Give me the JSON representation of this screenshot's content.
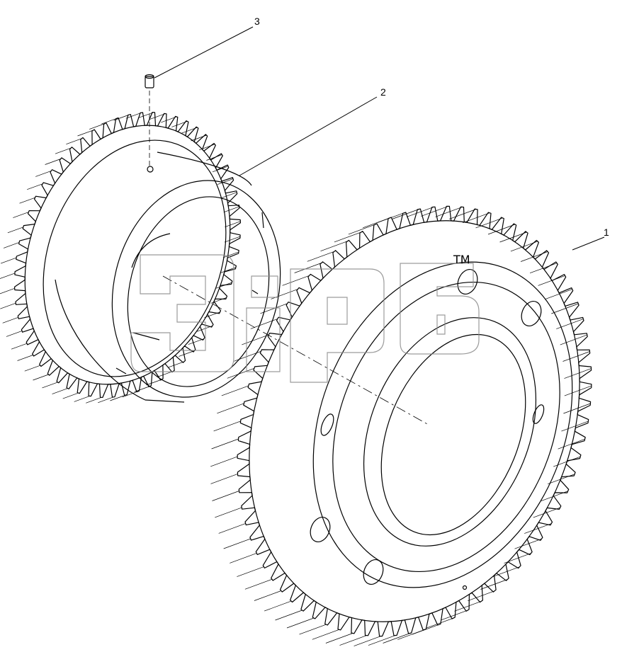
{
  "callouts": [
    {
      "label": "1",
      "part": "driven-gear"
    },
    {
      "label": "2",
      "part": "drive-gear-with-hub"
    },
    {
      "label": "3",
      "part": "dowel-pin"
    }
  ],
  "watermark": {
    "trademark": "TM"
  },
  "colors": {
    "line": "#000000",
    "background": "#ffffff",
    "watermark": "#8a8a8a"
  }
}
